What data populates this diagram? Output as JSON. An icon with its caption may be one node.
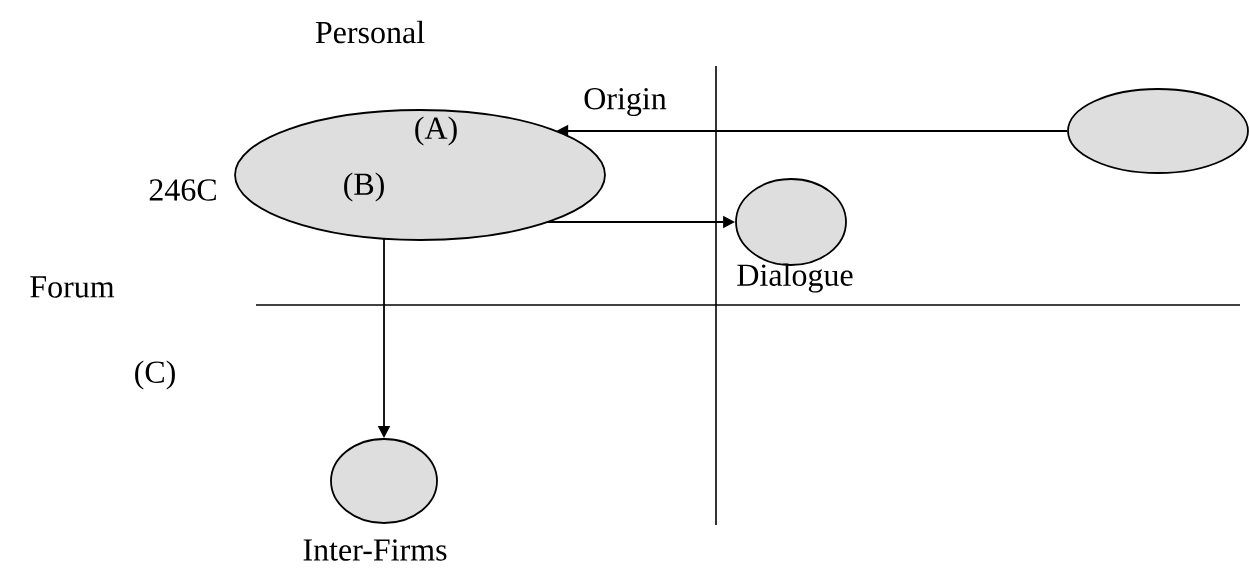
{
  "diagram": {
    "nodes": [
      {
        "text": [
          "(A)",
          "(B)"
        ]
      },
      {
        "text": [],
        "shape": "ellipse"
      },
      {
        "text": [],
        "shape": "ellipse",
        "beside": [
          "Dialogue"
        ]
      },
      {
        "text": [],
        "shape": "ellipse",
        "beside": [
          "Inter-Firms"
        ]
      }
    ],
    "edges": [
      {
        "from": 1,
        "to": 0,
        "arrow": "to"
      },
      {
        "from": 0,
        "to": 2,
        "arrow": "to"
      },
      {
        "from": 0,
        "to": 3,
        "arrow": "to"
      }
    ],
    "labels": [
      "Personal",
      "Origin",
      "246C",
      "Forum",
      "(C)"
    ]
  }
}
